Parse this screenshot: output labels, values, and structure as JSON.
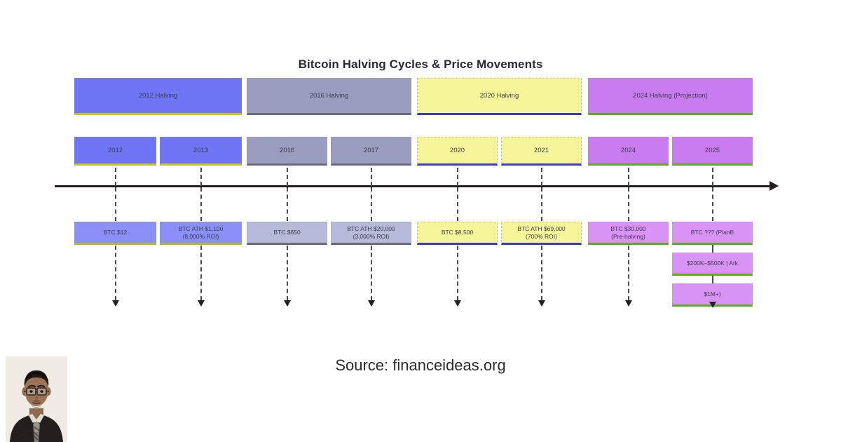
{
  "title": "Bitcoin Halving Cycles & Price Movements",
  "source": "Source: financeideas.org",
  "avatar": {
    "alt": "portrait-photo-of-man-in-dark-suit-with-glasses-and-patterned-tie"
  },
  "colors": {
    "cycle_2012": "#6f75f5",
    "cycle_2012_accent": "#c9c51f",
    "cycle_2016": "#9b9dc0",
    "cycle_2016_accent": "#6a6a78",
    "cycle_2020": "#f7f59a",
    "cycle_2020_accent": "#3b3bbf",
    "cycle_2024": "#c97bf0",
    "cycle_2024_accent": "#5faa1e",
    "axis": "#231f20",
    "text": "#3b3b4d"
  },
  "periods": [
    {
      "label": "2012 Halving"
    },
    {
      "label": "2016 Halving"
    },
    {
      "label": "2020 Halving"
    },
    {
      "label": "2024 Halving (Projection)"
    }
  ],
  "years": [
    {
      "label": "2012"
    },
    {
      "label": "2013"
    },
    {
      "label": "2016"
    },
    {
      "label": "2017"
    },
    {
      "label": "2020"
    },
    {
      "label": "2021"
    },
    {
      "label": "2024"
    },
    {
      "label": "2025"
    }
  ],
  "events": [
    {
      "line1": "BTC $12",
      "line2": ""
    },
    {
      "line1": "BTC ATH $1,100",
      "line2": "(8,000% ROI)"
    },
    {
      "line1": "BTC $650",
      "line2": ""
    },
    {
      "line1": "BTC ATH $20,000",
      "line2": "(3,000% ROI)"
    },
    {
      "line1": "BTC $8,500",
      "line2": ""
    },
    {
      "line1": "BTC ATH $69,000",
      "line2": "(700% ROI)"
    },
    {
      "line1": "BTC $30,000",
      "line2": "(Pre-halving)"
    },
    {
      "line1": "BTC ??? (PlanB",
      "line2": ""
    }
  ],
  "projection_extra": [
    {
      "label": "$200K–$500K | Ark"
    },
    {
      "label": "$1M+)"
    }
  ],
  "chart_data": {
    "type": "table",
    "title": "Bitcoin Halving Cycles & Price Movements",
    "xlabel": "Timeline",
    "ylabel": "",
    "grid": false,
    "legend": "none",
    "cycles": [
      {
        "cycle": "2012 Halving",
        "color": "#6f75f5",
        "accent": "#c9c51f",
        "points": [
          {
            "year": "2012",
            "event": "BTC $12",
            "price_usd": 12,
            "roi_pct": null,
            "note": ""
          },
          {
            "year": "2013",
            "event": "BTC ATH $1,100",
            "price_usd": 1100,
            "roi_pct": 8000,
            "note": "(8,000% ROI)"
          }
        ]
      },
      {
        "cycle": "2016 Halving",
        "color": "#9b9dc0",
        "accent": "#6a6a78",
        "points": [
          {
            "year": "2016",
            "event": "BTC $650",
            "price_usd": 650,
            "roi_pct": null,
            "note": ""
          },
          {
            "year": "2017",
            "event": "BTC ATH $20,000",
            "price_usd": 20000,
            "roi_pct": 3000,
            "note": "(3,000% ROI)"
          }
        ]
      },
      {
        "cycle": "2020 Halving",
        "color": "#f7f59a",
        "accent": "#3b3bbf",
        "points": [
          {
            "year": "2020",
            "event": "BTC $8,500",
            "price_usd": 8500,
            "roi_pct": null,
            "note": ""
          },
          {
            "year": "2021",
            "event": "BTC ATH $69,000",
            "price_usd": 69000,
            "roi_pct": 700,
            "note": "(700% ROI)"
          }
        ]
      },
      {
        "cycle": "2024 Halving (Projection)",
        "color": "#c97bf0",
        "accent": "#5faa1e",
        "points": [
          {
            "year": "2024",
            "event": "BTC $30,000",
            "price_usd": 30000,
            "roi_pct": null,
            "note": "(Pre-halving)"
          },
          {
            "year": "2025",
            "event": "BTC ??? (PlanB $200K–$500K | Ark $1M+)",
            "price_usd": null,
            "roi_pct": null,
            "note": "projection range $200K–$1M+"
          }
        ]
      }
    ]
  }
}
